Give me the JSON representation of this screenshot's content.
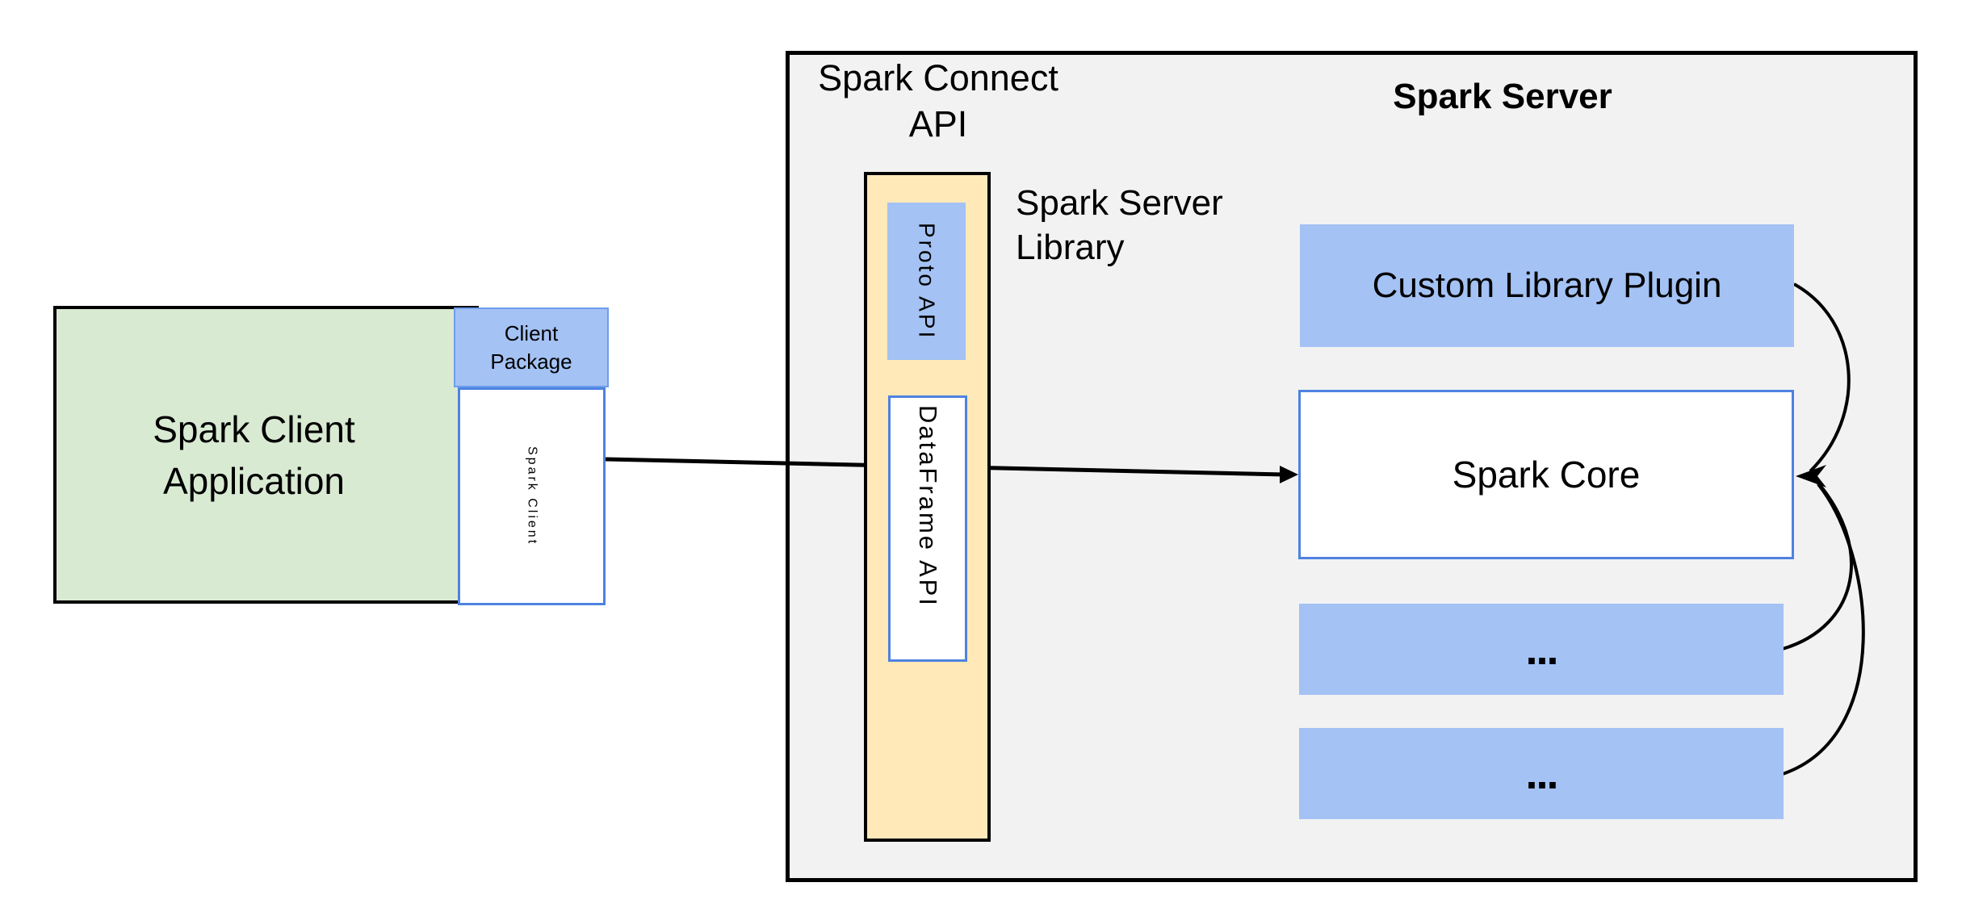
{
  "diagram": {
    "client": {
      "application": {
        "line1": "Spark Client",
        "line2": "Application"
      },
      "package": {
        "line1": "Client",
        "line2": "Package"
      },
      "spark_client": "Spark Client"
    },
    "connect_api": {
      "line1": "Spark Connect",
      "line2": "API"
    },
    "server": {
      "title": "Spark Server",
      "library": {
        "line1": "Spark Server",
        "line2": "Library"
      },
      "proto_api": "Proto API",
      "dataframe_api": "DataFrame API",
      "custom_plugin": "Custom Library Plugin",
      "spark_core": "Spark Core",
      "module_top": "...",
      "module_bottom": "..."
    },
    "colors": {
      "client_app_fill": "#d9ead3",
      "accent_blue_fill": "#a4c2f4",
      "accent_blue_border": "#4e82e0",
      "package_border": "#6d9eeb",
      "api_pillar_fill": "#ffe9b8",
      "server_fill": "#f2f2f2",
      "line_color": "#000000",
      "page_background": "#ffffff"
    }
  }
}
